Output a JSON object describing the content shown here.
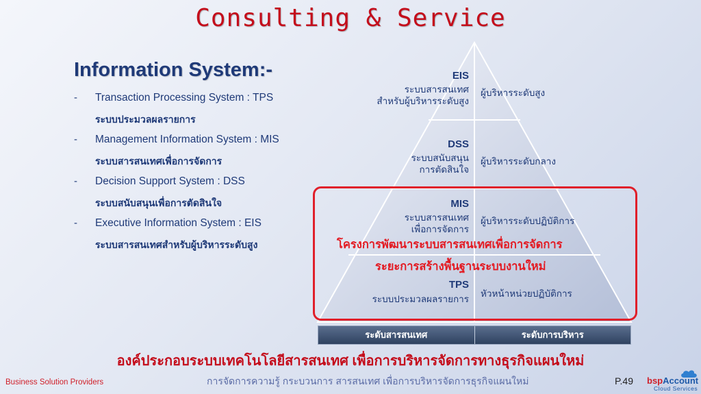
{
  "title": "Consulting & Service",
  "info_heading": "Information System:-",
  "systems": [
    {
      "dash": "-",
      "en": "Transaction Processing System : TPS",
      "th": "ระบบประมวลผลรายการ"
    },
    {
      "dash": "-",
      "en": "Management Information System : MIS",
      "th": "ระบบสารสนเทศเพื่อการจัดการ"
    },
    {
      "dash": "-",
      "en": "Decision Support System : DSS",
      "th": "ระบบสนับสนุนเพื่อการตัดสินใจ"
    },
    {
      "dash": "-",
      "en": "Executive Information System : EIS",
      "th": "ระบบสารสนเทศสำหรับผู้บริหารระดับสูง"
    }
  ],
  "pyramid": {
    "eis": {
      "code": "EIS",
      "th_line1": "ระบบสารสนเทศ",
      "th_line2": "สำหรับผู้บริหารระดับสูง",
      "mgmt": "ผู้บริหารระดับสูง"
    },
    "dss": {
      "code": "DSS",
      "th_line1": "ระบบสนับสนุน",
      "th_line2": "การตัดสินใจ",
      "mgmt": "ผู้บริหารระดับกลาง"
    },
    "mis": {
      "code": "MIS",
      "th_line1": "ระบบสารสนเทศ",
      "th_line2": "เพื่อการจัดการ",
      "mgmt": "ผู้บริหารระดับปฏิบัติการ"
    },
    "tps": {
      "code": "TPS",
      "th_line1": "ระบบประมวลผลรายการ",
      "mgmt": "หัวหน้าหน่วยปฏิบัติการ"
    }
  },
  "project_line1": "โครงการพัฒนาระบบสารสนเทศเพื่อการจัดการ",
  "project_line2": "ระยะการสร้างพื้นฐานระบบงานใหม่",
  "footer_bar": {
    "left": "ระดับสารสนเทศ",
    "right": "ระดับการบริหาร"
  },
  "bottom_statement": "องค์ประกอบระบบเทคโนโลยีสารสนเทศ เพื่อการบริหารจัดการทางธุรกิจแผนใหม่",
  "company": "Business Solution Providers",
  "tagline": "การจัดการความรู้ กระบวนการ สารสนเทศ เพื่อการบริหารจัดการธุรกิจแผนใหม่",
  "page_number": "P.49",
  "logo": {
    "brand_a": "bsp",
    "brand_b": "Account",
    "sub": "Cloud Services"
  },
  "colors": {
    "title_red": "#c40d1b",
    "text_navy": "#1f3a78",
    "highlight_red": "#e01f2a"
  }
}
